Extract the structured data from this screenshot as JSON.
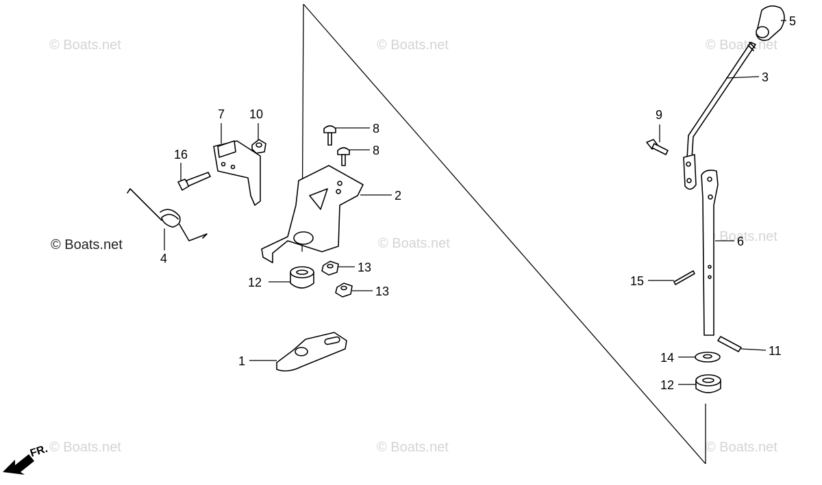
{
  "watermark": "© Boats.net",
  "front_label": "FR.",
  "callouts": {
    "p1": "1",
    "p2": "2",
    "p3": "3",
    "p4": "4",
    "p5": "5",
    "p6": "6",
    "p7": "7",
    "p8a": "8",
    "p8b": "8",
    "p9": "9",
    "p10": "10",
    "p11": "11",
    "p12a": "12",
    "p12b": "12",
    "p13a": "13",
    "p13b": "13",
    "p14": "14",
    "p15": "15",
    "p16": "16"
  }
}
